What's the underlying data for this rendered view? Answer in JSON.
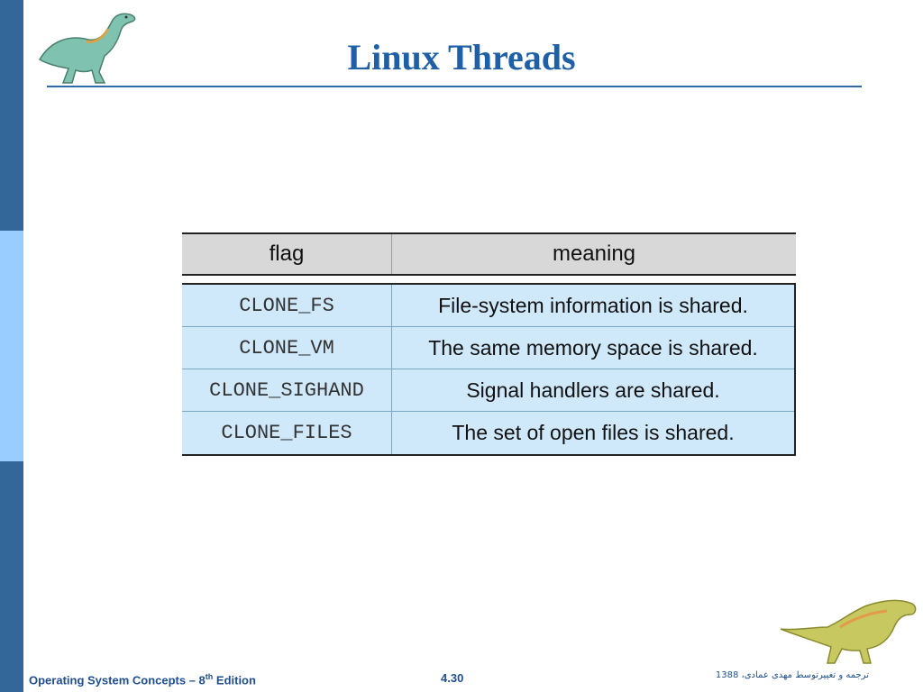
{
  "slide": {
    "title": "Linux Threads"
  },
  "table": {
    "headers": [
      "flag",
      "meaning"
    ],
    "rows": [
      [
        "CLONE_FS",
        "File-system information is shared."
      ],
      [
        "CLONE_VM",
        "The same memory space is shared."
      ],
      [
        "CLONE_SIGHAND",
        "Signal handlers are shared."
      ],
      [
        "CLONE_FILES",
        "The set of open files is shared."
      ]
    ]
  },
  "footer": {
    "book_prefix": "Operating System Concepts – 8",
    "book_sup": "th",
    "book_suffix": " Edition",
    "page": "4.30",
    "translator": "ترجمه و تغییرتوسط مهدی عمادی، 1388"
  },
  "colors": {
    "sidebar": "#336699",
    "sidebar_light": "#99ccff",
    "title": "#1f5fa6",
    "header_bg": "#d8d8d8",
    "row_bg": "#cfe9fb"
  },
  "icons": [
    "dinosaur-top-icon",
    "dinosaur-bottom-icon"
  ]
}
